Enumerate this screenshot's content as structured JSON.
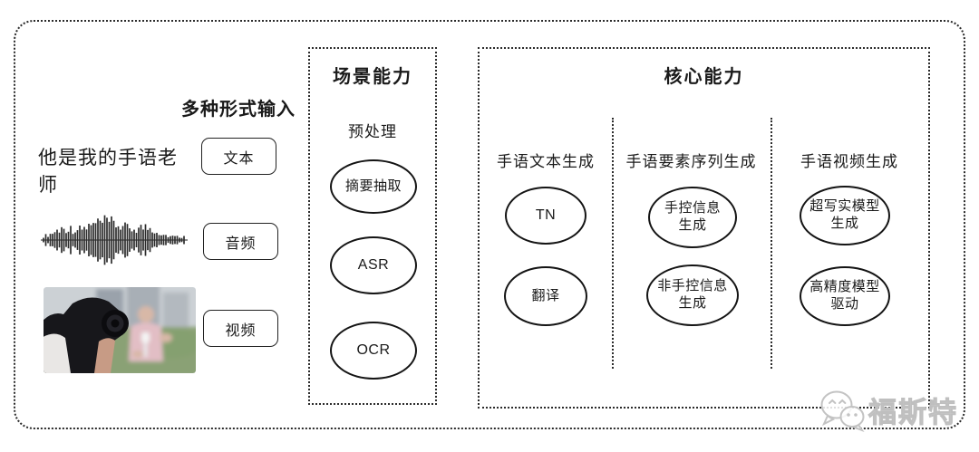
{
  "colors": {
    "background": "#ffffff",
    "line": "#2b2b2b",
    "text": "#1a1a1a",
    "watermark": "#c6c6c6"
  },
  "input_section": {
    "heading": "多种形式输入",
    "sample_text": "他是我的手语老师",
    "inputs": [
      {
        "label": "文本"
      },
      {
        "label": "音频"
      },
      {
        "label": "视频"
      }
    ]
  },
  "scene_box": {
    "title": "场景能力",
    "stage_label": "预处理",
    "nodes": [
      {
        "label": "摘要抽取"
      },
      {
        "label": "ASR"
      },
      {
        "label": "OCR"
      }
    ]
  },
  "core_box": {
    "title": "核心能力",
    "columns": [
      {
        "header": "手语文本生成",
        "nodes": [
          {
            "label": "TN"
          },
          {
            "label": "翻译"
          }
        ]
      },
      {
        "header": "手语要素序列生成",
        "nodes": [
          {
            "label": "手控信息\n生成"
          },
          {
            "label": "非手控信息\n生成"
          }
        ]
      },
      {
        "header": "手语视频生成",
        "nodes": [
          {
            "label": "超写实模型\n生成"
          },
          {
            "label": "高精度模型\n驱动"
          }
        ]
      }
    ]
  },
  "watermark": {
    "text": "福斯特"
  }
}
